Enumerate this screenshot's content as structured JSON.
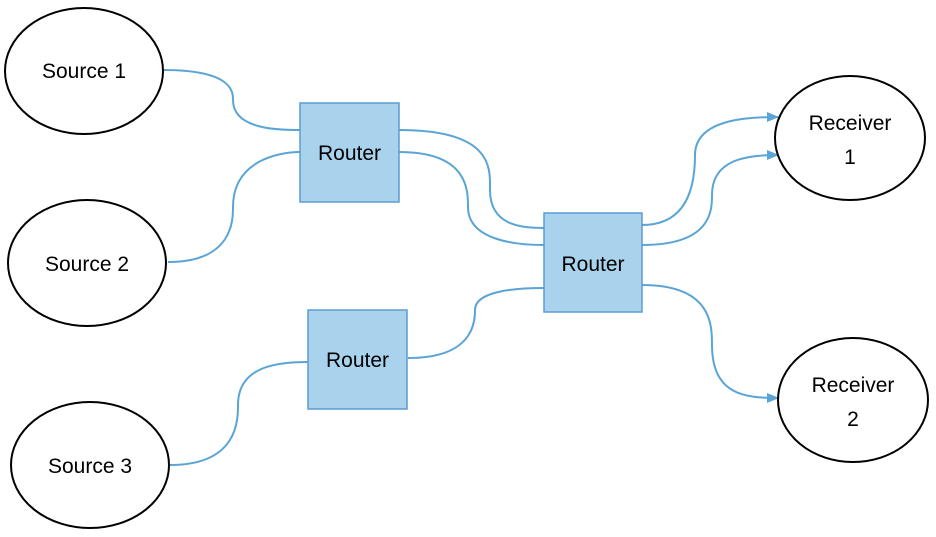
{
  "colors": {
    "router_fill": "#a9d3ec",
    "router_stroke": "#5b9bd5",
    "edge": "#5aa5d6",
    "ellipse_stroke": "#000000"
  },
  "sources": [
    {
      "id": "source-1",
      "label": "Source 1"
    },
    {
      "id": "source-2",
      "label": "Source 2"
    },
    {
      "id": "source-3",
      "label": "Source 3"
    }
  ],
  "routers": [
    {
      "id": "router-a",
      "label": "Router"
    },
    {
      "id": "router-b",
      "label": "Router"
    },
    {
      "id": "router-c",
      "label": "Router"
    }
  ],
  "receivers": [
    {
      "id": "receiver-1",
      "label_lines": [
        "Receiver",
        "1"
      ]
    },
    {
      "id": "receiver-2",
      "label_lines": [
        "Receiver",
        "2"
      ]
    }
  ],
  "edges": [
    {
      "from": "source-1",
      "to": "router-a",
      "arrow": false
    },
    {
      "from": "source-2",
      "to": "router-a",
      "arrow": false
    },
    {
      "from": "router-a",
      "to": "router-c",
      "arrow": false
    },
    {
      "from": "router-a",
      "to": "router-c",
      "arrow": false
    },
    {
      "from": "source-3",
      "to": "router-b",
      "arrow": false
    },
    {
      "from": "router-b",
      "to": "router-c",
      "arrow": false
    },
    {
      "from": "router-c",
      "to": "receiver-1",
      "arrow": true
    },
    {
      "from": "router-c",
      "to": "receiver-1",
      "arrow": true
    },
    {
      "from": "router-c",
      "to": "receiver-2",
      "arrow": true
    }
  ]
}
